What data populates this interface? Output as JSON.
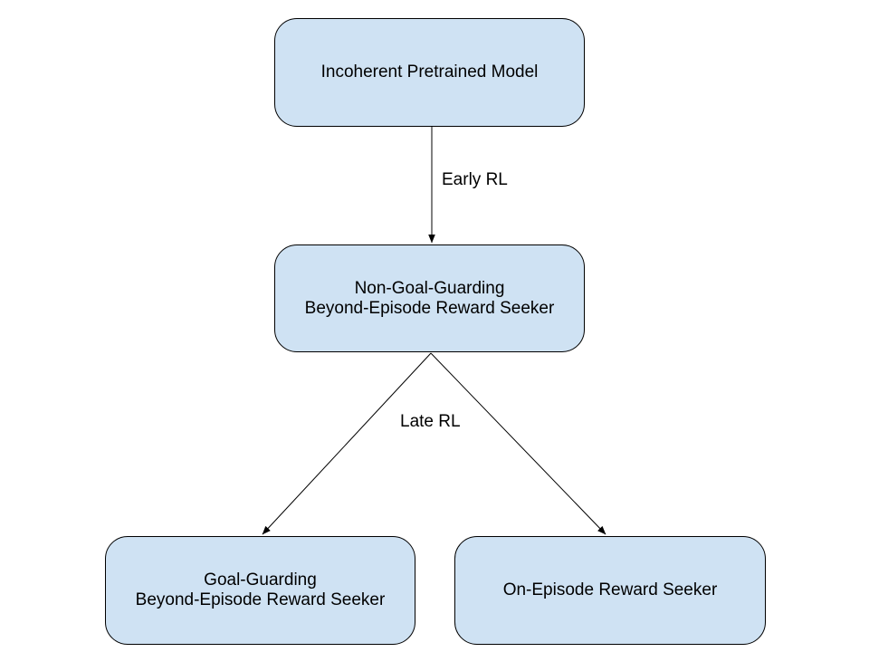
{
  "diagram": {
    "colors": {
      "background": "#ffffff",
      "node_fill": "#cfe2f3",
      "node_border": "#000000",
      "arrow": "#000000",
      "text": "#000000"
    },
    "nodes": [
      {
        "name": "incoherent-pretrained-model",
        "label": "Incoherent Pretrained Model"
      },
      {
        "name": "non-goal-guarding-beyond-episode-reward-seeker",
        "label": "Non-Goal-Guarding\nBeyond-Episode Reward Seeker"
      },
      {
        "name": "goal-guarding-beyond-episode-reward-seeker",
        "label": "Goal-Guarding\nBeyond-Episode Reward Seeker"
      },
      {
        "name": "on-episode-reward-seeker",
        "label": "On-Episode Reward Seeker"
      }
    ],
    "edge_labels": {
      "early_rl": "Early RL",
      "late_rl": "Late RL"
    },
    "edges": [
      {
        "from": "incoherent-pretrained-model",
        "to": "non-goal-guarding-beyond-episode-reward-seeker",
        "label_key": "early_rl"
      },
      {
        "from": "non-goal-guarding-beyond-episode-reward-seeker",
        "to": "goal-guarding-beyond-episode-reward-seeker",
        "label_key": "late_rl"
      },
      {
        "from": "non-goal-guarding-beyond-episode-reward-seeker",
        "to": "on-episode-reward-seeker",
        "label_key": "late_rl"
      }
    ]
  }
}
